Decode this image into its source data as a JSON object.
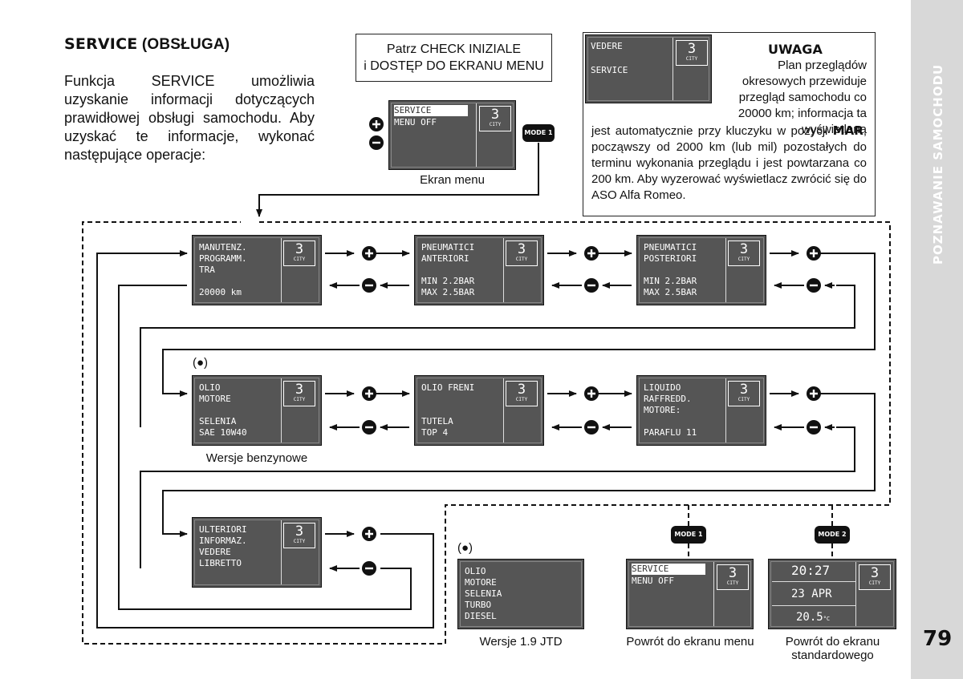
{
  "title": {
    "bold": "SERVICE",
    "rest": " (OBSŁUGA)"
  },
  "intro": "Funkcja SERVICE umożliwia uzyskanie informacji dotyczących prawidłowej obsługi samochodu. Aby uzyskać te informacje, wykonać następujące operacje:",
  "callout_top": {
    "line1": "Patrz CHECK INIZIALE",
    "line2": "i DOSTĘP DO EKRANU MENU"
  },
  "uwaga": {
    "heading": "UWAGA",
    "para1": "Plan przeglądów okresowych przewiduje przegląd samochodu co 20000 km; informacja ta wyświetlana",
    "para2_a": "jest automatycznie przy kluczyku w pozycji ",
    "para2_bold": "MAR",
    "para2_b": ", począwszy od 2000 km (lub mil) pozostałych do terminu wykonania przeglądu i jest powtarzana co 200 km. Aby wyzerować wyświetlacz zwrócić się do ASO Alfa Romeo.",
    "display": {
      "line1": "VEDERE",
      "line2": "SERVICE"
    }
  },
  "gear": {
    "number": "3",
    "mode": "CITY"
  },
  "menu_screen": {
    "sel": "SERVICE",
    "line2": "MENU OFF",
    "caption": "Ekran menu",
    "tag": "MODE 1"
  },
  "screens": {
    "manutenz": "MANUTENZ.\nPROGRAMM.\nTRA\n\n20000 km",
    "pneu_ant": "PNEUMATICI\nANTERIORI\n\nMIN 2.2BAR\nMAX 2.5BAR",
    "pneu_post": "PNEUMATICI\nPOSTERIORI\n\nMIN 2.2BAR\nMAX 2.5BAR",
    "olio_motore": "OLIO\nMOTORE\n\nSELENIA\nSAE 10W40",
    "olio_freni": "OLIO FRENI\n\n\nTUTELA\nTOP 4",
    "liquido": "LIQUIDO\nRAFFREDD.\nMOTORE:\n\nPARAFLU 11",
    "ulteriori": "ULTERIORI\nINFORMAZ.\nVEDERE\nLIBRETTO",
    "jtd": "OLIO\nMOTORE\nSELENIA\nTURBO\nDIESEL"
  },
  "bullet_note": "(●)",
  "captions": {
    "benzyna": "Wersje benzynowe",
    "jtd": "Wersje 1.9 JTD",
    "menu_return": "Powrót do ekranu menu",
    "std_return_1": "Powrót do ekranu",
    "std_return_2": "standardowego"
  },
  "tags": {
    "mode1": "MODE 1",
    "mode2": "MODE 2"
  },
  "return_menu": {
    "sel": "SERVICE",
    "line2": "MENU OFF"
  },
  "standard": {
    "time": "20:27",
    "date": "23 APR",
    "temp": "20.5",
    "temp_unit": "°C"
  },
  "sidebar": {
    "label": "POZNAWANIE SAMOCHODU",
    "page": "79"
  },
  "colors": {
    "lcd": "#555555",
    "sidebar": "#d8d8d8"
  },
  "icons": [
    "plus-icon",
    "minus-icon",
    "arrow-right-icon",
    "arrow-left-icon"
  ]
}
